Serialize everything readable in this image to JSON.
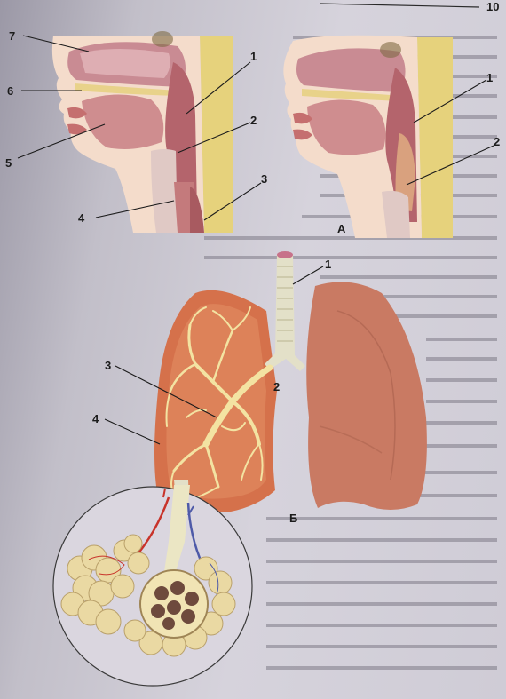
{
  "figure_a": {
    "caption": "А",
    "labels_left": [
      "7",
      "1",
      "6",
      "2",
      "5",
      "3",
      "4"
    ],
    "labels_right": [
      "1",
      "2"
    ]
  },
  "figure_b": {
    "caption": "Б",
    "labels": [
      "1",
      "3",
      "2",
      "4"
    ]
  },
  "page_corner_number": "10",
  "colors": {
    "skin": "#f3d9c5",
    "cavity": "#b86a6f",
    "bone": "#e9d98a",
    "lung": "#d7714d",
    "bronchi": "#f2e2a1",
    "alveoli": "#e9d6a0",
    "artery": "#c8332a",
    "vein": "#4e5aa8"
  }
}
